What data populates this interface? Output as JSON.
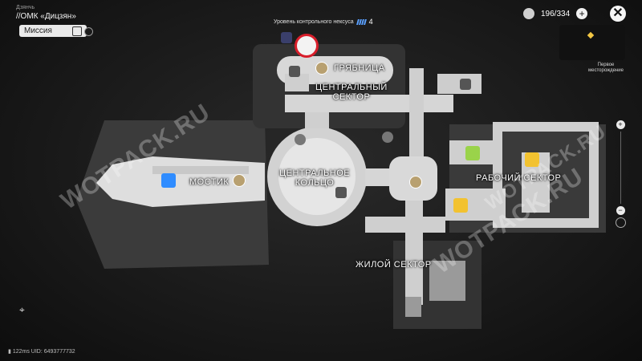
{
  "header": {
    "region_small": "Дзянчь",
    "location": "//ОМК «Дицзян»",
    "mission_label": "Миссия"
  },
  "nexus": {
    "label": "Уровень контрольного нексуса",
    "level": "4"
  },
  "currency": {
    "value": "196/334",
    "plus": "+"
  },
  "close_label": "✕",
  "minimap": {
    "caption": "Первое месторождение"
  },
  "zoom": {
    "plus": "+",
    "minus": "−"
  },
  "map_labels": {
    "central_sector": "ЦЕНТРАЛЬНЫЙ СЕКТОР",
    "central_sector_line1": "ЦЕНТРАЛЬНЫЙ",
    "central_sector_line2": "СЕКТОР",
    "treasury": "ГРЯБНИЦА",
    "bridge": "МОСТИК",
    "central_ring_line1": "ЦЕНТРАЛЬНОЕ",
    "central_ring_line2": "КОЛЬЦО",
    "work_sector": "РАБОЧИЙ СЕКТОР",
    "living_sector": "ЖИЛОЙ СЕКТОР"
  },
  "watermarks": [
    "WOTPACK.RU",
    "WOTPACK.RU",
    "WOTPACK.RU"
  ],
  "status": {
    "ping": "122ms",
    "uid": "UID: 6493777732"
  },
  "colors": {
    "map_floor": "#d9d9d9",
    "map_dark": "#3a3a3a",
    "accent_blue": "#2f8cff",
    "accent_yellow": "#f2c230",
    "accent_green": "#9ad34a",
    "marker_red": "#d81e2b"
  },
  "icons": [
    "teleport-icon",
    "quest-marker-icon",
    "storage-icon",
    "npc-icon",
    "gear-icon",
    "green-puzzle-icon",
    "yellow-chest-icon",
    "minimap-locate-icon",
    "signal-icon"
  ]
}
